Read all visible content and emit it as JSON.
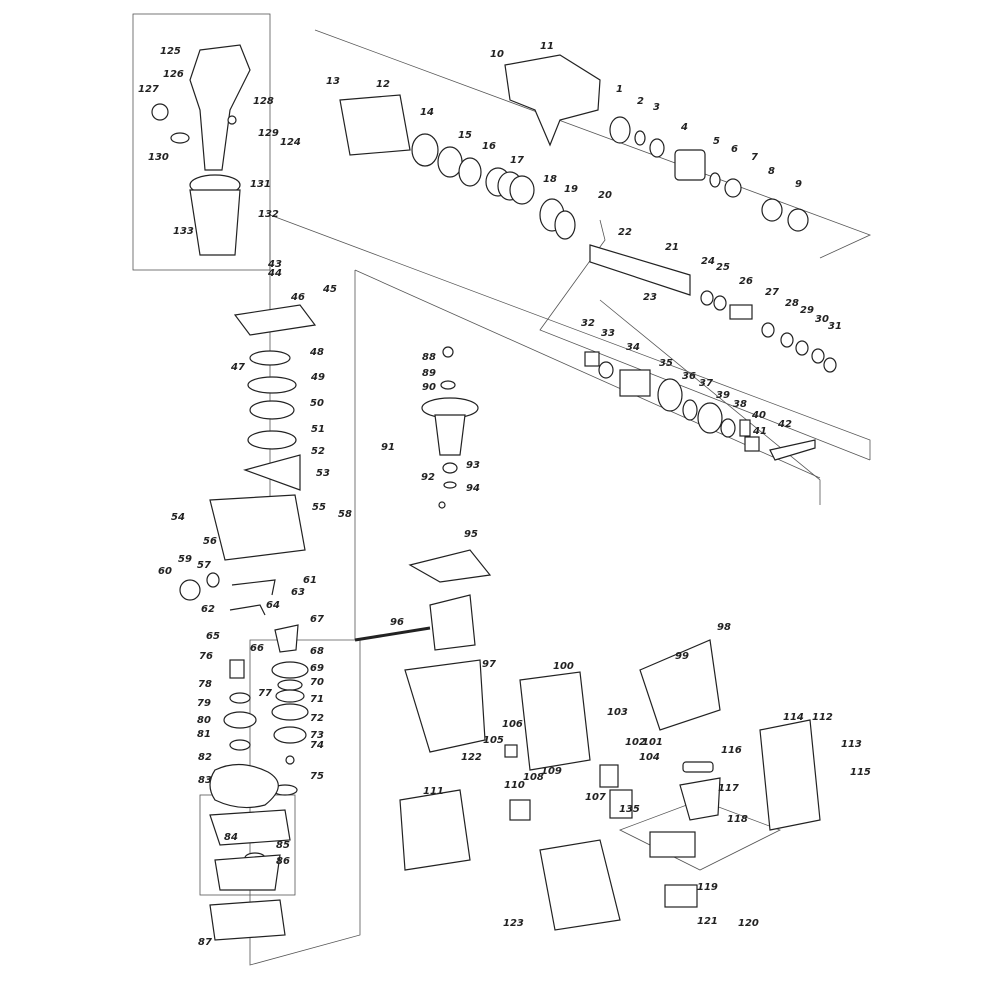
{
  "diagram": {
    "type": "exploded parts diagram",
    "part_numbers": [
      "1",
      "2",
      "3",
      "4",
      "5",
      "6",
      "7",
      "8",
      "9",
      "10",
      "11",
      "12",
      "13",
      "14",
      "15",
      "16",
      "17",
      "18",
      "19",
      "20",
      "21",
      "22",
      "23",
      "24",
      "25",
      "26",
      "27",
      "28",
      "29",
      "30",
      "31",
      "32",
      "33",
      "34",
      "35",
      "36",
      "37",
      "38",
      "39",
      "40",
      "41",
      "42",
      "43",
      "44",
      "45",
      "46",
      "47",
      "48",
      "49",
      "50",
      "51",
      "52",
      "53",
      "54",
      "55",
      "56",
      "57",
      "58",
      "59",
      "60",
      "61",
      "62",
      "63",
      "64",
      "65",
      "66",
      "67",
      "68",
      "69",
      "70",
      "71",
      "72",
      "73",
      "74",
      "75",
      "76",
      "77",
      "78",
      "79",
      "80",
      "81",
      "82",
      "83",
      "84",
      "85",
      "86",
      "87",
      "88",
      "89",
      "90",
      "91",
      "92",
      "93",
      "94",
      "95",
      "96",
      "97",
      "98",
      "99",
      "100",
      "101",
      "102",
      "103",
      "104",
      "105",
      "106",
      "107",
      "108",
      "109",
      "110",
      "111",
      "112",
      "113",
      "114",
      "115",
      "116",
      "117",
      "118",
      "119",
      "120",
      "121",
      "122",
      "123",
      "124",
      "125",
      "126",
      "127",
      "128",
      "129",
      "130",
      "131",
      "132",
      "133",
      "135"
    ]
  },
  "colors": {
    "line": "#222222",
    "frame": "#555555"
  }
}
